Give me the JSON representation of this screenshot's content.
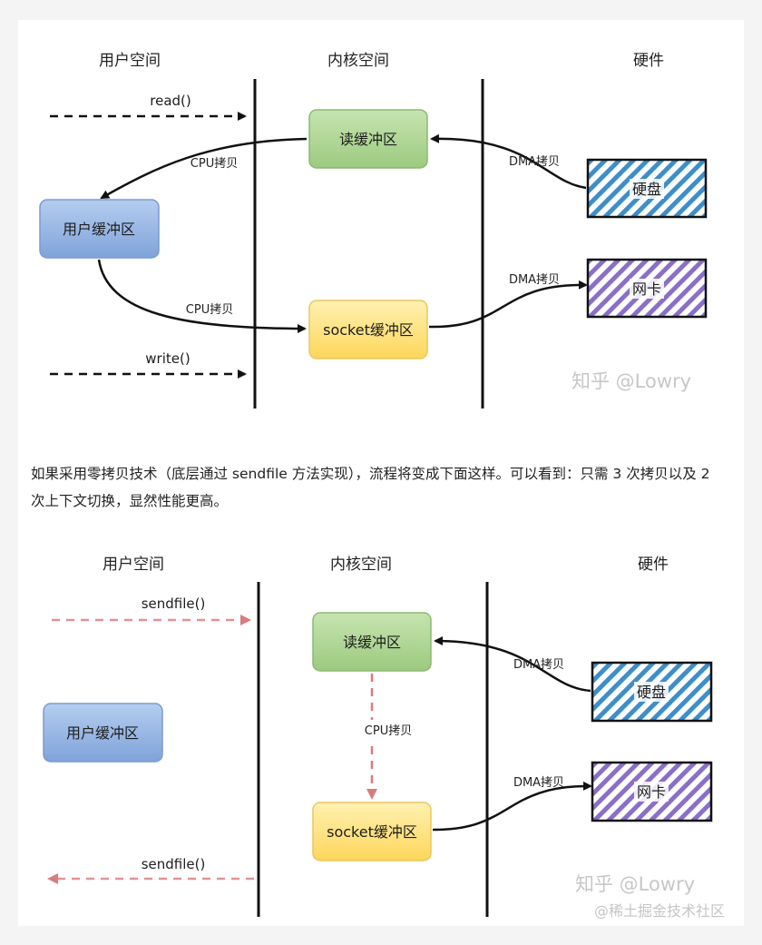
{
  "diagram1": {
    "columns": {
      "user": "用户空间",
      "kernel": "内核空间",
      "hardware": "硬件"
    },
    "calls": {
      "read": "read()",
      "write": "write()"
    },
    "boxes": {
      "read_buffer": "读缓冲区",
      "user_buffer": "用户缓冲区",
      "socket_buffer": "socket缓冲区",
      "disk": "硬盘",
      "nic": "网卡"
    },
    "arrows": {
      "cpu_copy_1": "CPU拷贝",
      "cpu_copy_2": "CPU拷贝",
      "dma_copy_1": "DMA拷贝",
      "dma_copy_2": "DMA拷贝"
    },
    "watermark": "知乎 @Lowry"
  },
  "paragraph": "如果采用零拷贝技术（底层通过 sendfile 方法实现），流程将变成下面这样。可以看到：只需 3 次拷贝以及 2 次上下文切换，显然性能更高。",
  "diagram2": {
    "columns": {
      "user": "用户空间",
      "kernel": "内核空间",
      "hardware": "硬件"
    },
    "calls": {
      "sendfile_in": "sendfile()",
      "sendfile_out": "sendfile()"
    },
    "boxes": {
      "read_buffer": "读缓冲区",
      "user_buffer": "用户缓冲区",
      "socket_buffer": "socket缓冲区",
      "disk": "硬盘",
      "nic": "网卡"
    },
    "arrows": {
      "cpu_copy": "CPU拷贝",
      "dma_copy_1": "DMA拷贝",
      "dma_copy_2": "DMA拷贝"
    },
    "watermark": "知乎 @Lowry",
    "watermark2": "@稀土掘金技术社区"
  },
  "colors": {
    "green_box": "#a8d08d",
    "blue_box": "#8fb0e0",
    "yellow_box": "#ffe07a",
    "disk_hatch": "#3d8ec9",
    "nic_hatch": "#8a6fc9",
    "red_dash": "#e08a8a"
  }
}
